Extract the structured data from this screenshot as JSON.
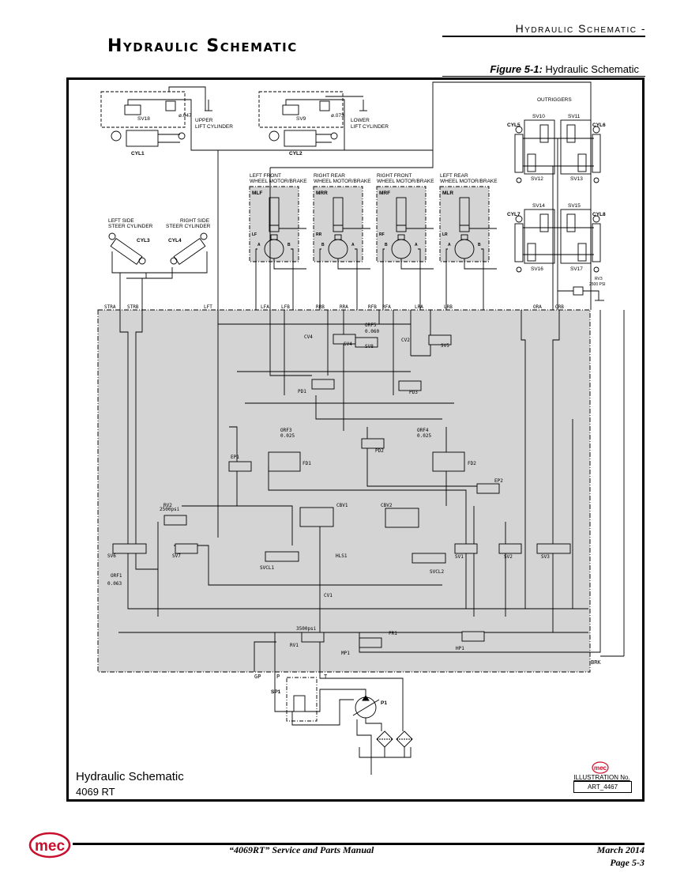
{
  "header": {
    "running_title": "Hydraulic Schematic -",
    "page_title": "Hydraulic Schematic",
    "figure_label": "Figure 5-1:",
    "figure_title": "Hydraulic Schematic"
  },
  "schematic": {
    "lift": {
      "upper": {
        "valve": "SV18",
        "orifice": "ø.047",
        "cylinder": "CYL1",
        "label_1": "UPPER",
        "label_2": "LIFT CYLINDER"
      },
      "lower": {
        "valve": "SV9",
        "orifice": "ø.073",
        "cylinder": "CYL2",
        "label_1": "LOWER",
        "label_2": "LIFT CYLINDER"
      }
    },
    "steer": {
      "left": {
        "label_1": "LEFT SIDE",
        "label_2": "STEER CYLINDER",
        "cylinder": "CYL3"
      },
      "right": {
        "label_1": "RIGHT SIDE",
        "label_2": "STEER CYLINDER",
        "cylinder": "CYL4"
      }
    },
    "wheel_motors": [
      {
        "label_1": "LEFT FRONT",
        "label_2": "WHEEL MOTOR/BRAKE",
        "code": "MLF",
        "port": "LF",
        "a": "A",
        "b": "B"
      },
      {
        "label_1": "RIGHT REAR",
        "label_2": "WHEEL MOTOR/BRAKE",
        "code": "MRR",
        "port": "RR",
        "a": "B",
        "b": "A"
      },
      {
        "label_1": "RIGHT FRONT",
        "label_2": "WHEEL MOTOR/BRAKE",
        "code": "MRF",
        "port": "RF",
        "a": "B",
        "b": "A"
      },
      {
        "label_1": "LEFT REAR",
        "label_2": "WHEEL MOTOR/BRAKE",
        "code": "MLR",
        "port": "LR",
        "a": "A",
        "b": "B"
      }
    ],
    "outriggers": {
      "title": "OUTRIGGERS",
      "cylinders": [
        "CYL5",
        "CYL6",
        "CYL7",
        "CYL8"
      ],
      "valves": [
        "SV10",
        "SV11",
        "SV12",
        "SV13",
        "SV14",
        "SV15",
        "SV16",
        "SV17"
      ],
      "relief": {
        "name": "RV3",
        "pressure": "2500 PSI"
      }
    },
    "manifold_ports": [
      "STRA",
      "STRB",
      "LFT",
      "LFA",
      "LFB",
      "RRB",
      "RRA",
      "RFB",
      "RFA",
      "LRA",
      "LRB",
      "ORA",
      "ORB"
    ],
    "manifold_components": {
      "cv4": "CV4",
      "sv4": "SV4",
      "orf5": "ORF5",
      "orf5_size": "0.060",
      "sv8": "SV8",
      "cv2": "CV2",
      "sv5": "SV5",
      "pd1": "PD1",
      "pd3": "PD3",
      "pd2": "PD2",
      "orf3": "ORF3",
      "orf3_size": "0.025",
      "orf4": "ORF4",
      "orf4_size": "0.025",
      "ep1": "EP1",
      "fd1": "FD1",
      "fd2": "FD2",
      "ep2": "EP2",
      "rv2": "RV2",
      "rv2_pressure": "2500psi",
      "cbv1": "CBV1",
      "cbv2": "CBV2",
      "sv6": "SV6",
      "sv7": "SV7",
      "svcl1": "SVCL1",
      "hls1": "HLS1",
      "svcl2": "SVCL2",
      "sv1": "SV1",
      "sv2": "SV2",
      "sv3": "SV3",
      "orf1": "ORF1",
      "orf1_size": "0.063",
      "cv1": "CV1",
      "rv1_pressure": "3500psi",
      "rv1": "RV1",
      "fr1": "FR1",
      "mp1": "MP1",
      "hp1": "HP1"
    },
    "bottom_ports": [
      "GP",
      "P",
      "T",
      "BRK"
    ],
    "pump": {
      "priority": "SP1",
      "pump": "P1"
    }
  },
  "legend": {
    "title": "Hydraulic Schematic",
    "model": "4069 RT",
    "illustration_label": "ILLUSTRATION No.",
    "illustration_number": "ART_4467",
    "logo": "mec"
  },
  "footer": {
    "logo": "mec",
    "manual": "“4069RT” Service and Parts Manual",
    "date": "March 2014",
    "page": "Page 5-3"
  }
}
